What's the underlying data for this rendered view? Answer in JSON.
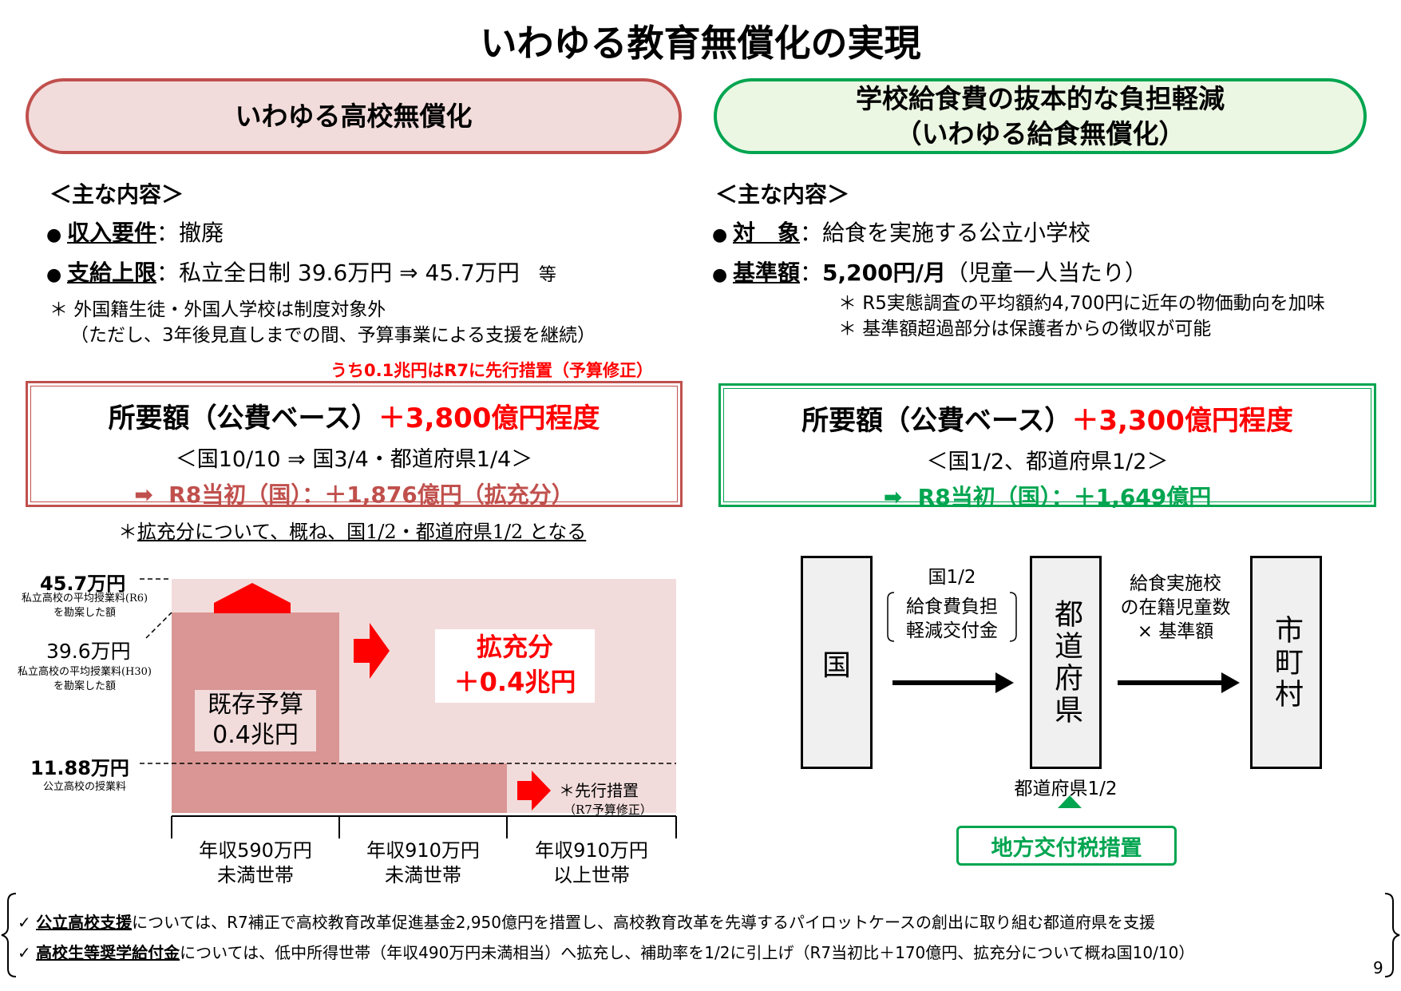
{
  "title": "いわゆる教育無償化の実現",
  "left": {
    "heading": "いわゆる高校無償化",
    "subheading": "＜主な内容＞",
    "items": [
      {
        "key": "収入要件",
        "text": "：撤廃"
      },
      {
        "key": "支給上限",
        "text": "：私立全日制 39.6万円 ⇒ 45.7万円",
        "suffix": "等"
      }
    ],
    "notes": [
      "＊ 外国籍生徒・外国人学校は制度対象外",
      "（ただし、3年後見直しまでの間、予算事業による支援を継続）"
    ],
    "advance_note": "うち0.1兆円はR7に先行措置（予算修正）",
    "cost_label": "所要額（公費ベース）",
    "cost_amount": "＋3,800億円程度",
    "ratio": "＜国10/10 ⇒ 国3/4・都道府県1/4＞",
    "r8": "R8当初（国）：＋1,876億円（拡充分）",
    "footnote_star": "＊",
    "footnote": "拡充分について、概ね、国1/2・都道府県1/2 となる",
    "chart": {
      "labels": {
        "top_value": "45.7万円",
        "top_note": [
          "私立高校の平均授業料(R6)",
          "を勘案した額"
        ],
        "mid_value": "39.6万円",
        "mid_note": [
          "私立高校の平均授業料(H30)",
          "を勘案した額"
        ],
        "low_value": "11.88万円",
        "low_note": "公立高校の授業料"
      },
      "existing_budget": [
        "既存予算",
        "0.4兆円"
      ],
      "expansion": [
        "拡充分",
        "＋0.4兆円"
      ],
      "advance": [
        "＊先行措置",
        "（R7予算修正）"
      ],
      "categories": [
        [
          "年収590万円",
          "未満世帯"
        ],
        [
          "年収910万円",
          "未満世帯"
        ],
        [
          "年収910万円",
          "以上世帯"
        ]
      ]
    }
  },
  "right": {
    "heading_lines": [
      "学校給食費の抜本的な負担軽減",
      "（いわゆる給食無償化）"
    ],
    "subheading": "＜主な内容＞",
    "items": [
      {
        "key": "対　象",
        "text": "：給食を実施する公立小学校"
      },
      {
        "key": "基準額",
        "text": "：",
        "bold": "5,200円/月",
        "rest": "（児童一人当たり）"
      }
    ],
    "notes": [
      "＊ R5実態調査の平均額約4,700円に近年の物価動向を加味",
      "＊ 基準額超過部分は保護者からの徴収が可能"
    ],
    "cost_label": "所要額（公費ベース）",
    "cost_amount": "＋3,300億円程度",
    "ratio": "＜国1/2、都道府県1/2＞",
    "r8": "R8当初（国）：＋1,649億円",
    "flow": {
      "country": "国",
      "prefecture": "都道府県",
      "municipality": "市町村",
      "arrow1_top": "国1/2",
      "arrow1_grant": [
        "給食費負担",
        "軽減交付金"
      ],
      "arrow2_text": [
        "給食実施校",
        "の在籍児童数",
        "× 基準額"
      ],
      "pref_share": "都道府県1/2",
      "tax_measure": "地方交付税措置"
    }
  },
  "footer": [
    {
      "check": "✓",
      "key": "公立高校支援",
      "text": "については、R7補正で高校教育改革促進基金2,950億円を措置し、高校教育改革を先導するパイロットケースの創出に取り組む都道府県を支援"
    },
    {
      "check": "✓",
      "key": "高校生等奨学給付金",
      "text": "については、低中所得世帯（年収490万円未満相当）へ拡充し、補助率を1/2に引上げ（R7当初比＋170億円、拡充分について概ね国10/10）"
    }
  ],
  "page_number": "9",
  "colors": {
    "red_border": "#c0504d",
    "green_border": "#00a550",
    "amount_red": "#ff0000",
    "chart_dark": "#d99694",
    "chart_light": "#f2dcdb"
  }
}
